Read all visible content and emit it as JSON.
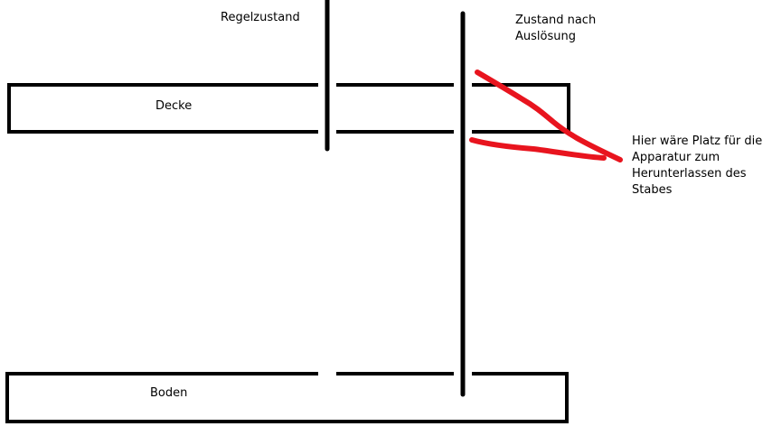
{
  "labels": {
    "regelzustand": "Regelzustand",
    "zustand_nach_ausloesung": "Zustand nach Auslösung",
    "decke": "Decke",
    "boden": "Boden",
    "hinweis": "Hier wäre Platz für die Apparatur zum Herunterlassen des Stabes"
  },
  "colors": {
    "outline": "#000000",
    "annotation": "#e8141e",
    "background": "#ffffff"
  }
}
